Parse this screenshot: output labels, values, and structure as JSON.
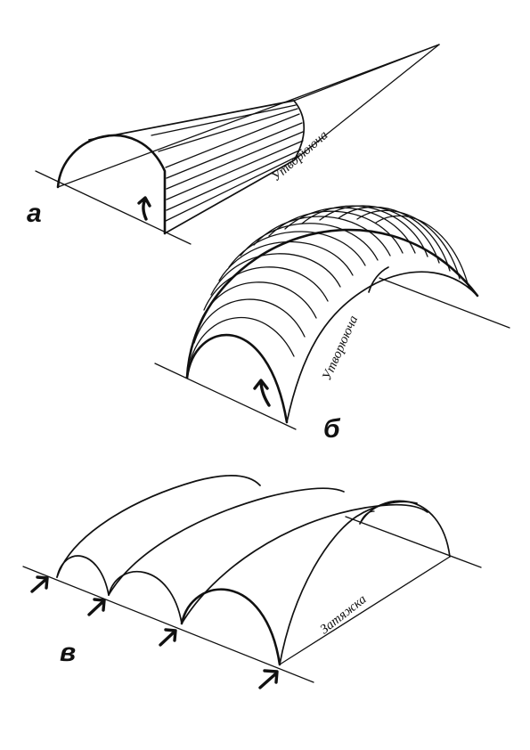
{
  "figures": [
    {
      "id": "a",
      "letter": "а",
      "note": "Утворююча"
    },
    {
      "id": "b",
      "letter": "б",
      "note": "Утворююча"
    },
    {
      "id": "c",
      "letter": "в",
      "note": "Затяжка"
    }
  ],
  "ink_color": "#111111",
  "background_color": "#ffffff"
}
